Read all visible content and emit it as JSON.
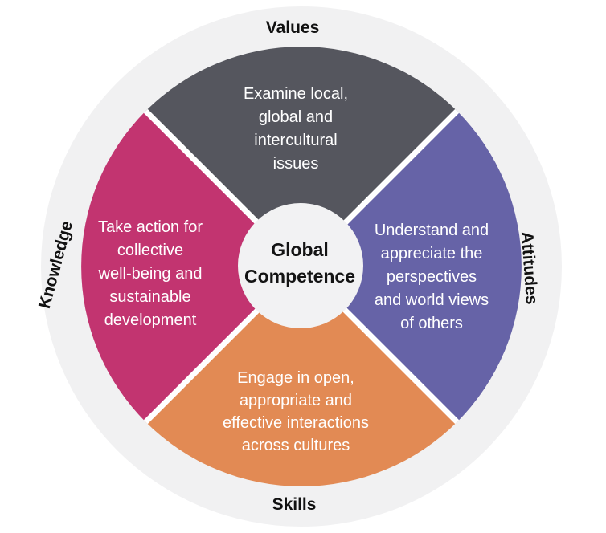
{
  "title": "Global Competence framework wheel",
  "colors": {
    "background": "#ffffff",
    "ring": "#f1f1f2",
    "center_bg": "#f2f2f3",
    "separator": "#ffffff",
    "wedge_text": "#ffffff",
    "label_text": "#111111"
  },
  "center": {
    "title": "Global\nCompetence"
  },
  "segments": {
    "values": {
      "label": "Values",
      "color": "#55565e",
      "text": "Examine local,\nglobal and\nintercultural\nissues"
    },
    "attitudes": {
      "label": "Attitudes",
      "color": "#6663a7",
      "text": "Understand and\nappreciate the\nperspectives\nand world views\nof others"
    },
    "skills": {
      "label": "Skills",
      "color": "#e28a54",
      "text": "Engage in open,\nappropriate and\neffective interactions\nacross cultures"
    },
    "knowledge": {
      "label": "Knowledge",
      "color": "#c23470",
      "text": "Take action for\ncollective\nwell-being and\nsustainable\ndevelopment"
    }
  }
}
